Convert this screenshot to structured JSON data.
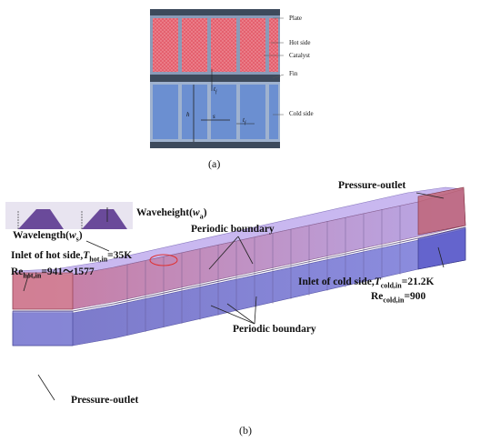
{
  "panel_a": {
    "caption": "(a)",
    "labels": {
      "plate": "Plate",
      "hot_side": "Hot side",
      "catalyst": "Catalyst",
      "fin": "Fin",
      "cold_side": "Cold side",
      "h": "h",
      "s": "s",
      "t1": "t",
      "t1_sub": "f",
      "t2": "t",
      "t2_sub": "f"
    },
    "colors": {
      "plate": "#3d4a5c",
      "hot": "#e05b6a",
      "cold": "#6b8fd1"
    }
  },
  "panel_b": {
    "caption": "(b)",
    "pressure_outlet_top": "Pressure-outlet",
    "pressure_outlet_bottom": "Pressure-outlet",
    "periodic_boundary_top": "Periodic boundary",
    "periodic_boundary_bottom": "Periodic boundary",
    "waveheight": "Waveheight(",
    "waveheight_var": "w",
    "waveheight_sub": "a",
    "wavelength": "Wavelength(",
    "wavelength_var": "w",
    "wavelength_sub": "s",
    "close_paren": ")",
    "inlet_hot": "Inlet of hot side,",
    "inlet_hot_T": "T",
    "inlet_hot_T_sub": "hot,in",
    "inlet_hot_val": "=35K",
    "re_hot": "Re",
    "re_hot_sub": "hot,in",
    "re_hot_val": "=941～1577",
    "inlet_cold": "Inlet of cold side,",
    "inlet_cold_T": "T",
    "inlet_cold_T_sub": "cold,in",
    "inlet_cold_val": "=21.2K",
    "re_cold": "Re",
    "re_cold_sub": "cold,in",
    "re_cold_val": "=900",
    "colors": {
      "hot": "#c98aa8",
      "cold": "#7d7fd0",
      "top": "#c9b8f0"
    }
  }
}
